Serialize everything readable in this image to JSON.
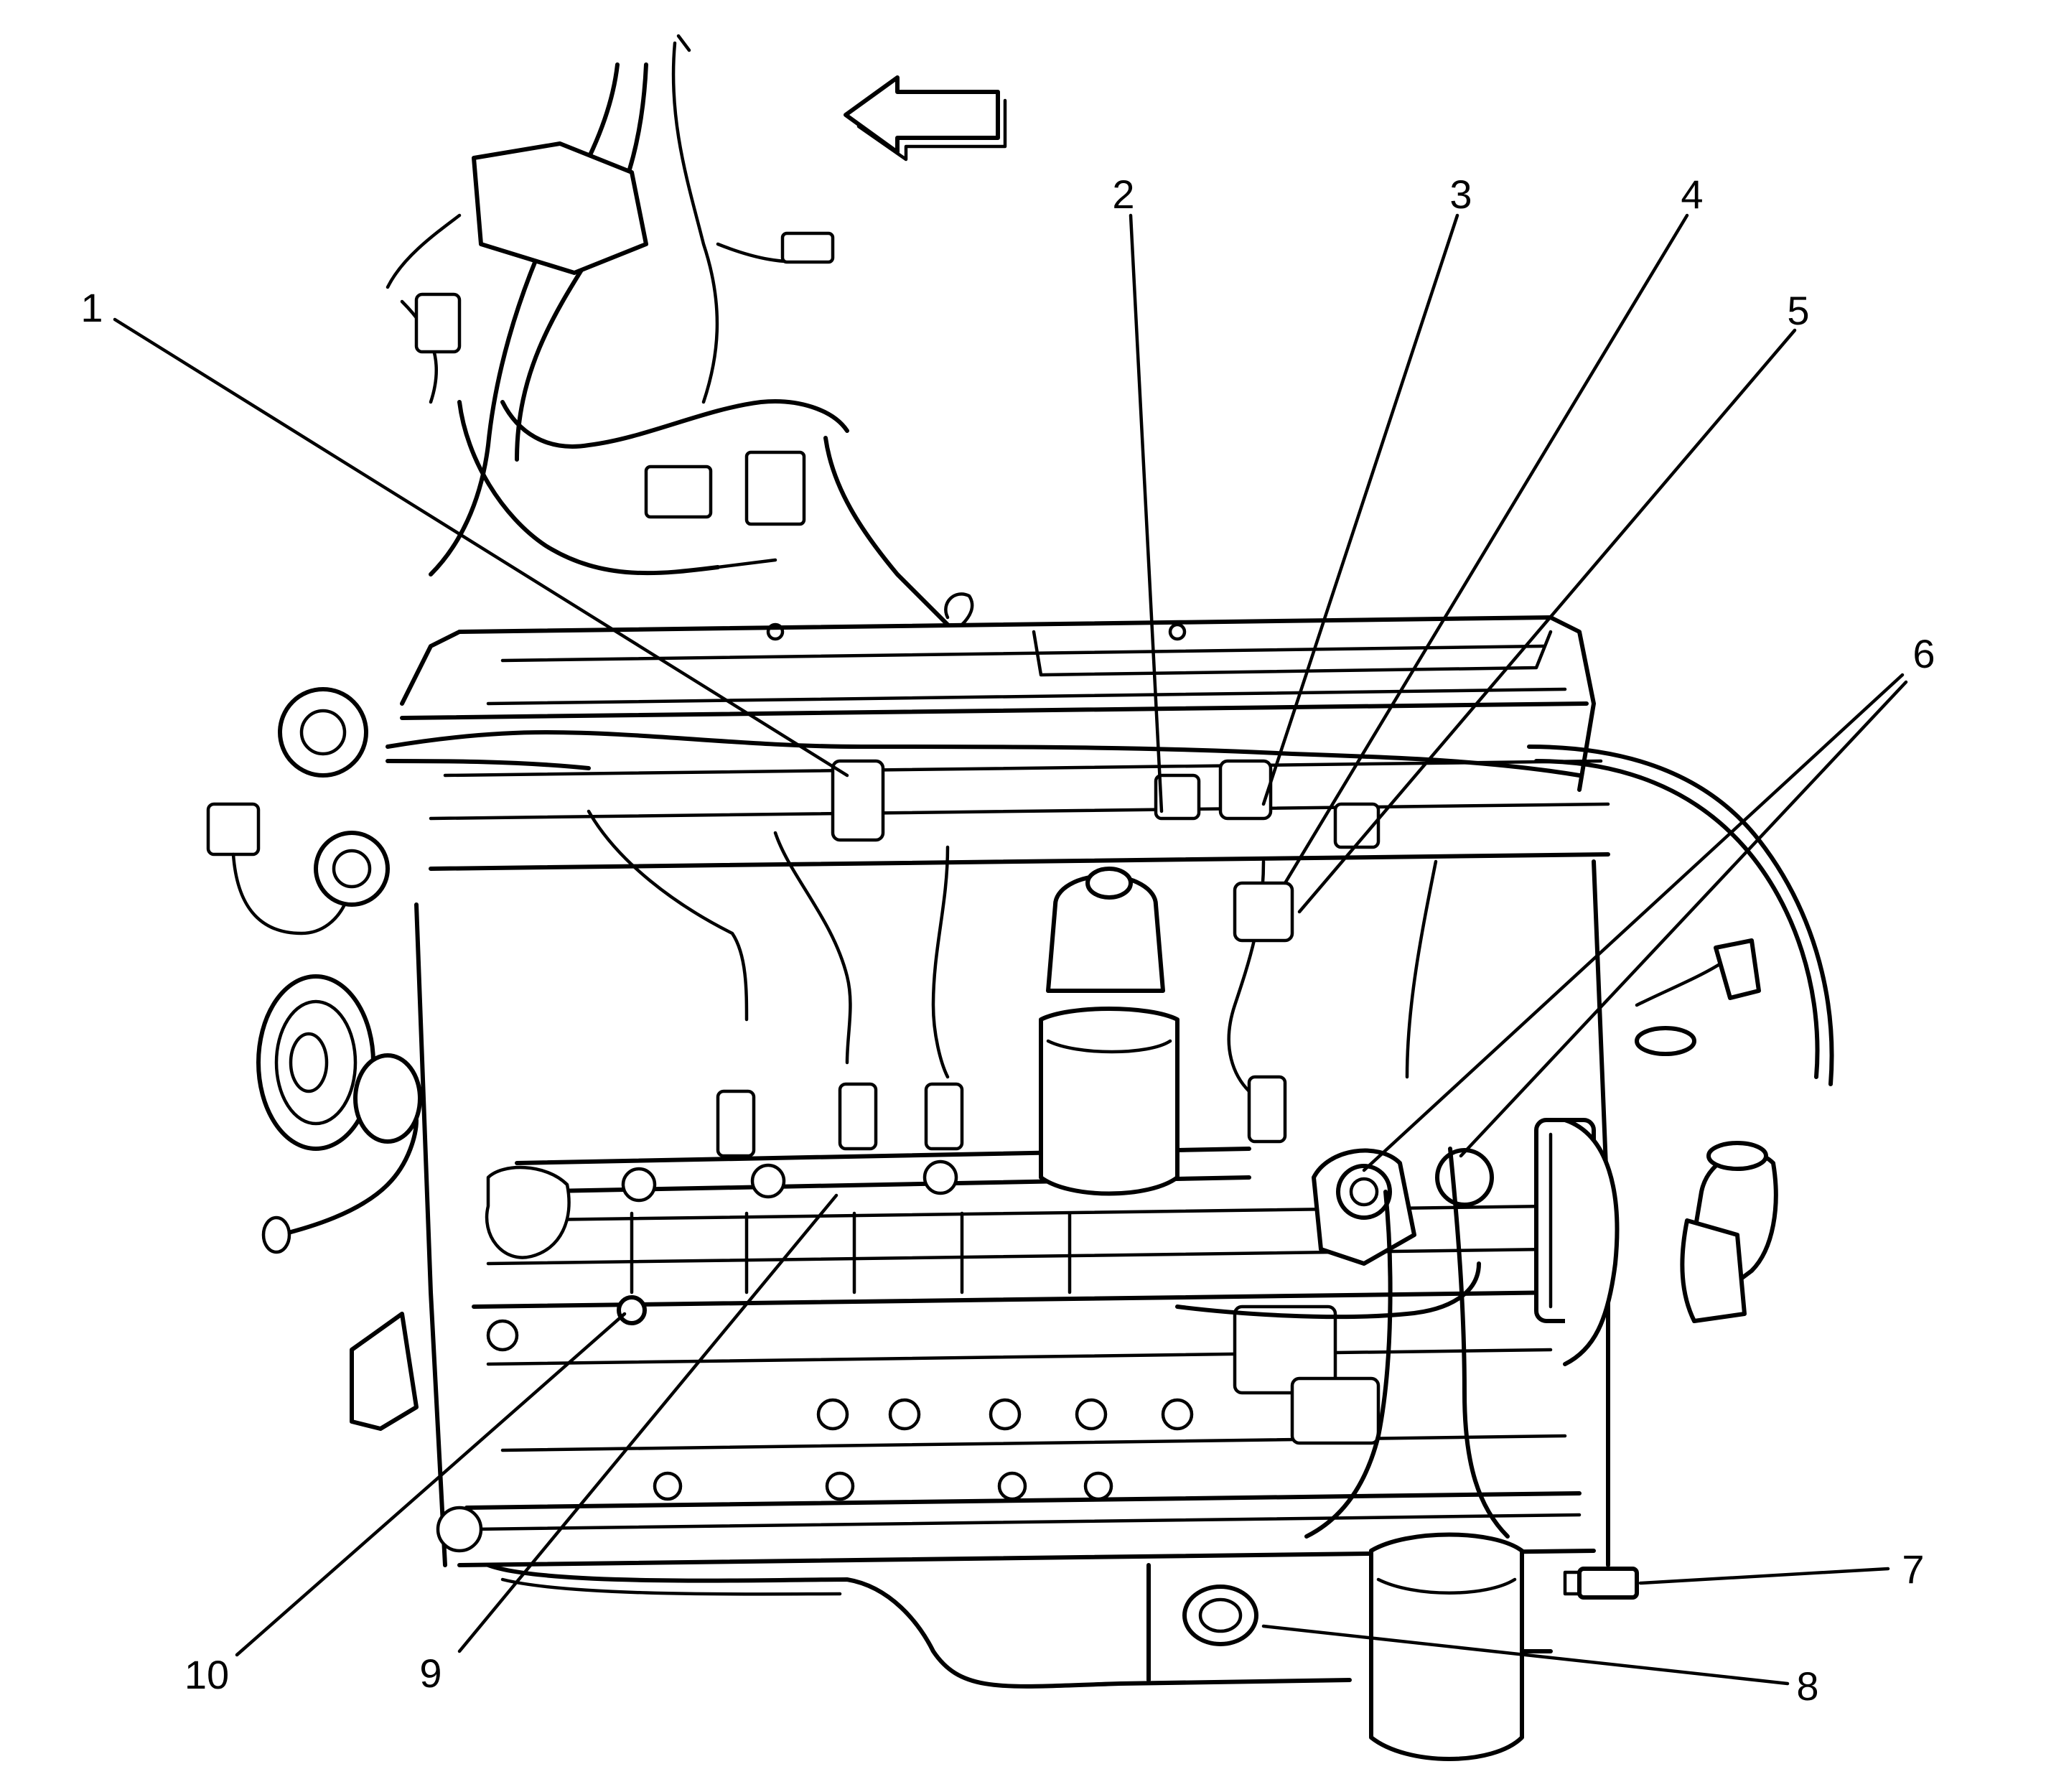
{
  "diagram": {
    "colors": {
      "ink": "#000000",
      "paper": "#ffffff"
    },
    "direction_arrow": {
      "icon": "left-arrow-icon",
      "points": "left"
    },
    "callouts": [
      {
        "id": "1",
        "label": "1"
      },
      {
        "id": "2",
        "label": "2"
      },
      {
        "id": "3",
        "label": "3"
      },
      {
        "id": "4",
        "label": "4"
      },
      {
        "id": "5",
        "label": "5"
      },
      {
        "id": "6",
        "label": "6"
      },
      {
        "id": "7",
        "label": "7"
      },
      {
        "id": "8",
        "label": "8"
      },
      {
        "id": "9",
        "label": "9"
      },
      {
        "id": "10",
        "label": "10"
      }
    ]
  }
}
